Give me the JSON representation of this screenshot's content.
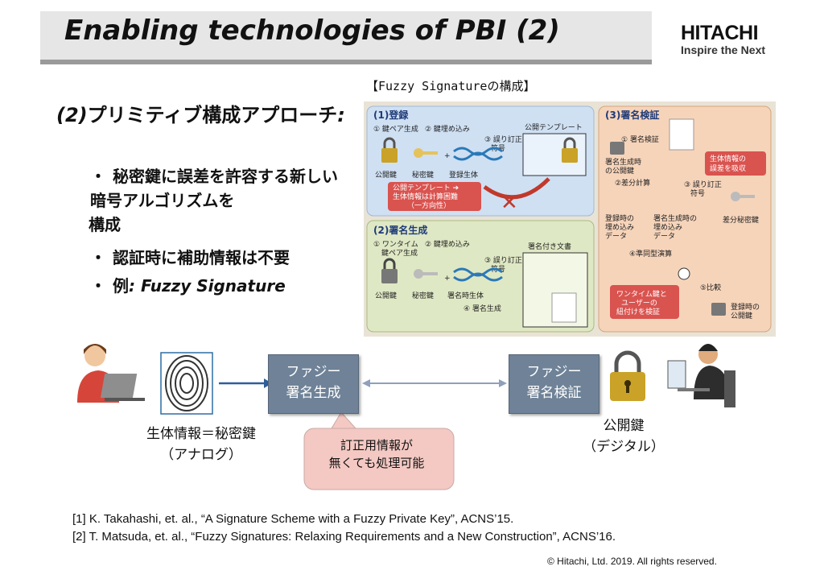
{
  "header": {
    "title": "Enabling technologies of PBI (2)",
    "logo_name": "HITACHI",
    "logo_tagline": "Inspire the Next"
  },
  "left": {
    "heading_num": "(2)",
    "heading_text": "プリミティブ構成アプローチ",
    "heading_colon": ":",
    "bullet_glyph": "・",
    "bullet1_line1": "秘密鍵に誤差を許容する新しい暗号アルゴリズムを",
    "bullet1_line2": "構成",
    "bullet2": "認証時に補助情報は不要",
    "bullet3_prefix": "例",
    "bullet3_rest": ": Fuzzy Signature"
  },
  "figure": {
    "caption": "【Fuzzy Signatureの構成】",
    "panel1_title": "(1)登録",
    "panel1_step1": "① 鍵ペア生成",
    "panel1_step2": "② 鍵埋め込み",
    "panel1_step3a": "③ 誤り訂正",
    "panel1_step3b": "符号",
    "panel1_pubtemplate": "公開テンプレート",
    "panel1_pubkey": "公開鍵",
    "panel1_seckey": "秘密鍵",
    "panel1_bio": "登録生体",
    "panel1_note1": "公開テンプレート ➔",
    "panel1_note2": "生体情報は計算困難",
    "panel1_note3": "（一方向性）",
    "panel2_title": "(2)署名生成",
    "panel2_step1a": "① ワンタイム",
    "panel2_step1b": "鍵ペア生成",
    "panel2_step2": "② 鍵埋め込み",
    "panel2_step3a": "③ 誤り訂正",
    "panel2_step3b": "符号",
    "panel2_signed": "署名付き文書",
    "panel2_pubkey": "公開鍵",
    "panel2_seckey": "秘密鍵",
    "panel2_bio": "署名時生体",
    "panel2_step4": "④ 署名生成",
    "panel3_title": "(3)署名検証",
    "panel3_step1": "① 署名検証",
    "panel3_pubkey_a": "署名生成時",
    "panel3_pubkey_b": "の公開鍵",
    "panel3_step2": "②差分計算",
    "panel3_step3a": "③ 誤り訂正",
    "panel3_step3b": "符号",
    "panel3_note1": "生体情報の",
    "panel3_note2": "誤差を吸収",
    "panel3_reg_a": "登録時の",
    "panel3_reg_b": "埋め込み",
    "panel3_reg_c": "データ",
    "panel3_sig_a": "署名生成時の",
    "panel3_sig_b": "埋め込み",
    "panel3_sig_c": "データ",
    "panel3_diffkey": "差分秘密鍵",
    "panel3_step4": "④準同型演算",
    "panel3_step5": "⑤比較",
    "panel3_note3": "ワンタイム鍵と",
    "panel3_note4": "ユーザーの",
    "panel3_note5": "紐付けを検証",
    "panel3_regpub_a": "登録時の",
    "panel3_regpub_b": "公開鍵"
  },
  "flow": {
    "gen_line1": "ファジー",
    "gen_line2": "署名生成",
    "ver_line1": "ファジー",
    "ver_line2": "署名検証",
    "bio_line1": "生体情報＝秘密鍵",
    "bio_line2": "（アナログ）",
    "pk_line1": "公開鍵",
    "pk_line2": "（デジタル）",
    "callout_line1": "訂正用情報が",
    "callout_line2": "無くても処理可能"
  },
  "references": [
    "[1] K. Takahashi, et. al., “A Signature Scheme with a Fuzzy Private Key”, ACNS’15.",
    "[2] T. Matsuda, et. al., “Fuzzy Signatures: Relaxing Requirements and a New Construction”, ACNS’16."
  ],
  "copyright": "© Hitachi, Ltd. 2019. All rights reserved.",
  "colors": {
    "flow_box": "#6f8297",
    "callout": "#f4c9c3",
    "panel_blue": "#cfe0f3",
    "panel_green": "#dfe8c4",
    "panel_orange": "#f6d4ba",
    "logo_accent": "#c0001e"
  }
}
